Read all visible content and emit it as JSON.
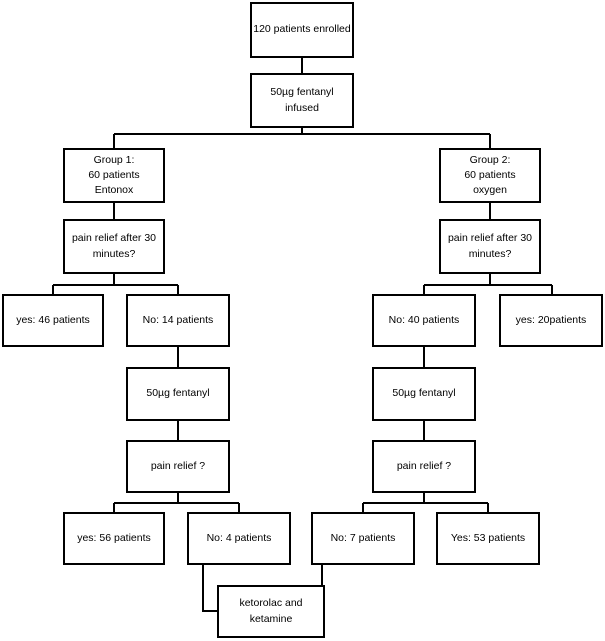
{
  "flowchart": {
    "enrolled": "120 patients enrolled",
    "fentanyl_infused": "50µg fentanyl infused",
    "group1": "Group 1:\n60 patients\nEntonox",
    "group2": "Group 2:\n60 patients\noxygen",
    "g1_pain_relief_30": "pain relief after 30\nminutes?",
    "g2_pain_relief_30": "pain relief after 30\nminutes?",
    "g1_yes": "yes: 46 patients",
    "g1_no": "No: 14 patients",
    "g2_no": "No: 40 patients",
    "g2_yes": "yes: 20patients",
    "g1_fentanyl": "50µg fentanyl",
    "g2_fentanyl": "50µg fentanyl",
    "g1_pain_relief": "pain relief ?",
    "g2_pain_relief": "pain relief ?",
    "g1_yes2": "yes: 56 patients",
    "g1_no2": "No: 4 patients",
    "g2_no2": "No: 7 patients",
    "g2_yes2": "Yes: 53 patients",
    "rescue": "ketorolac and\nketamine"
  },
  "colors": {
    "line": "#000000",
    "box_border": "#000000",
    "background": "#ffffff"
  }
}
